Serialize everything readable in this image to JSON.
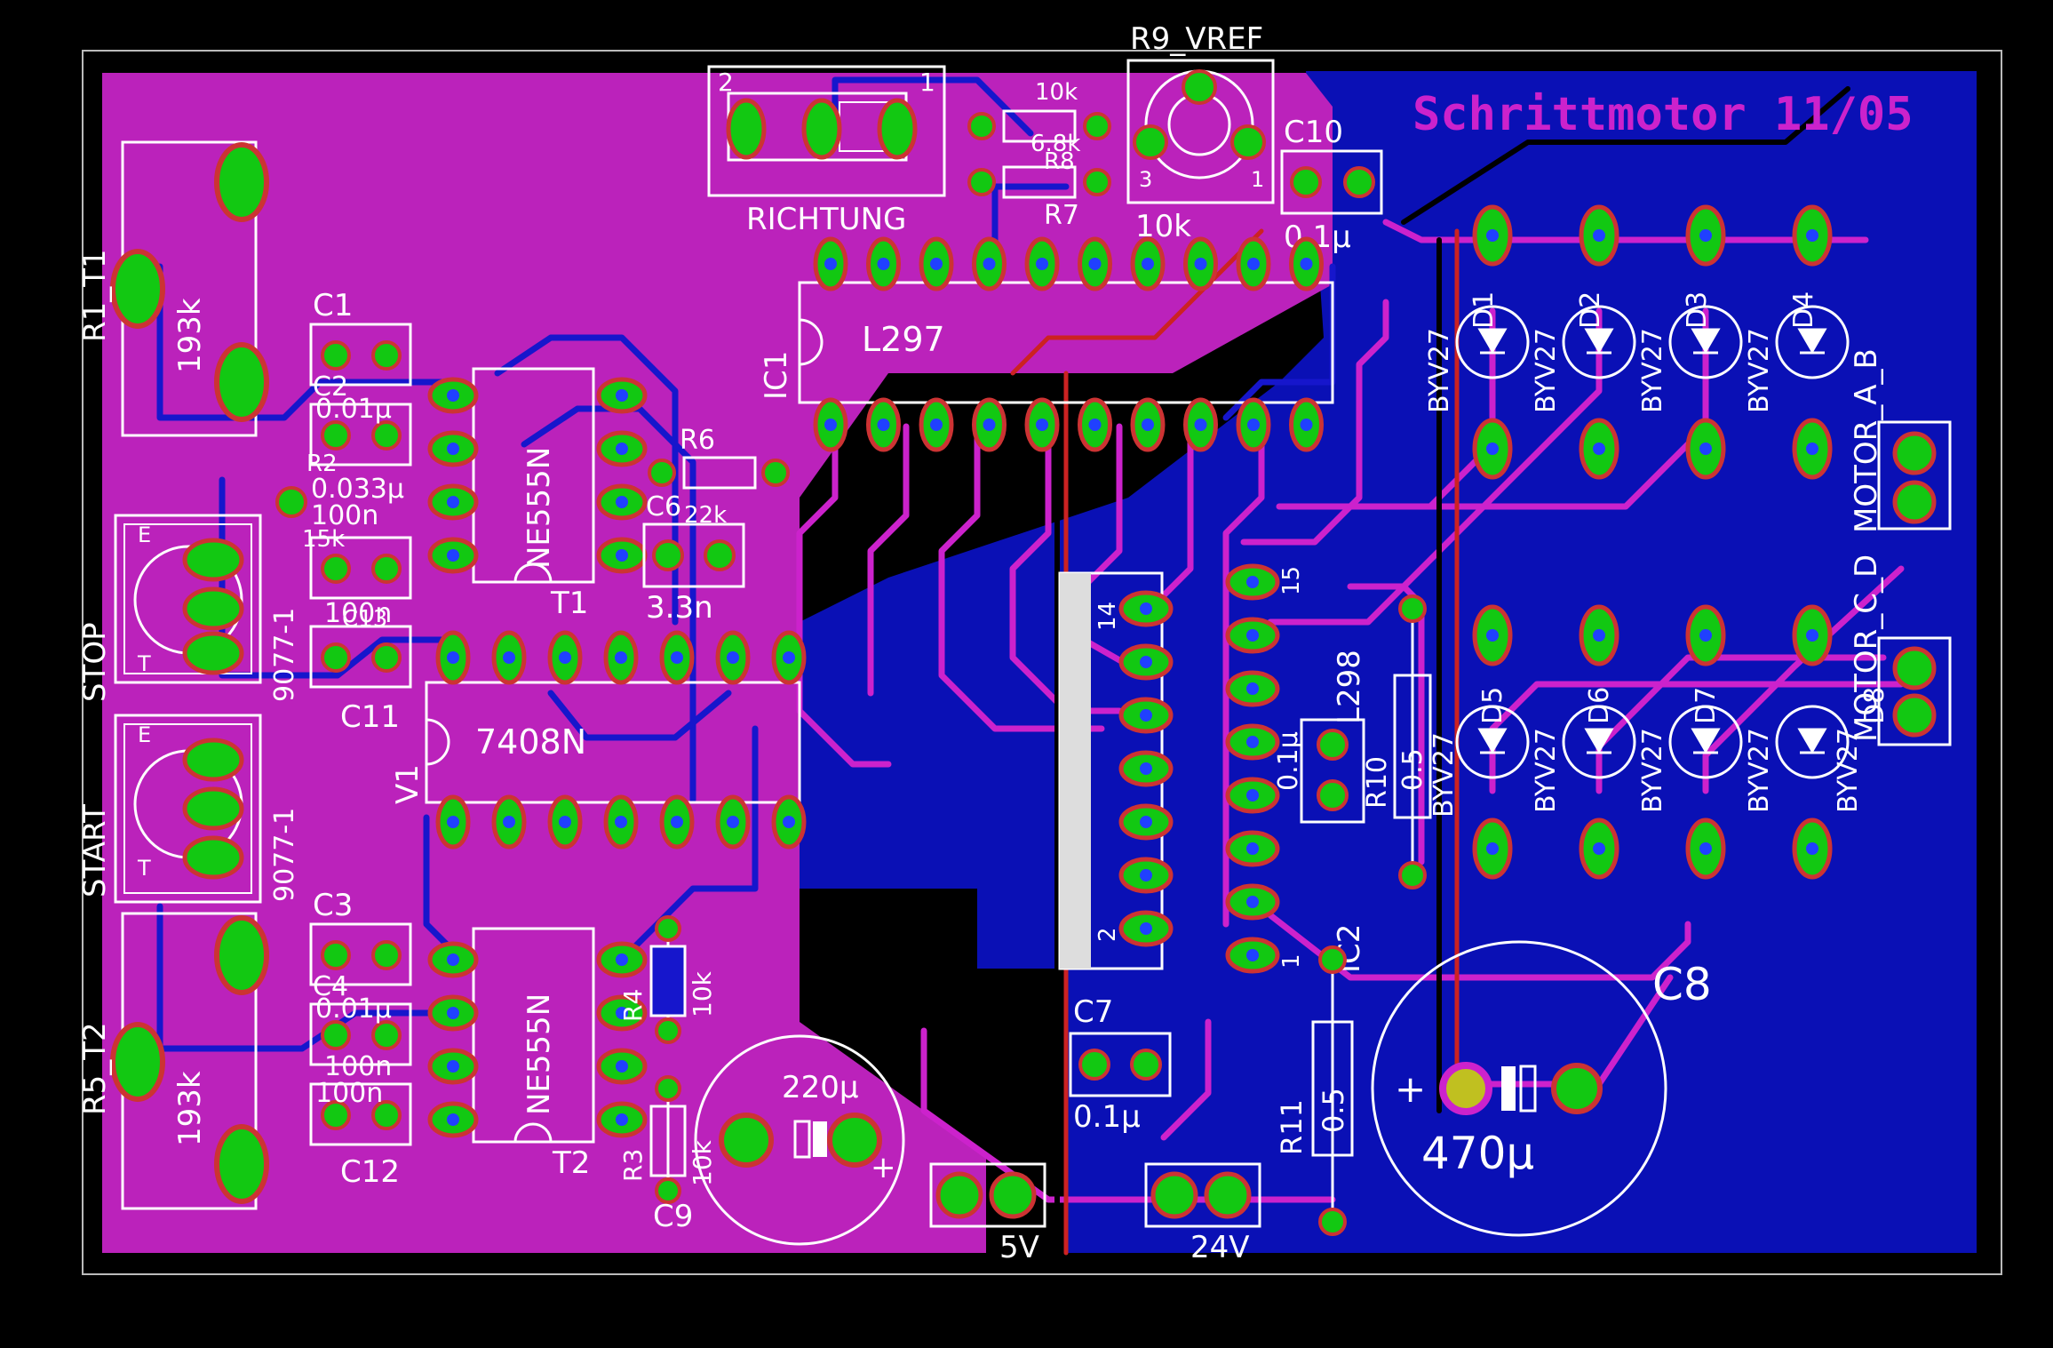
{
  "board": {
    "title": "Schrittmotor 11/05",
    "colors": {
      "background": "#000000",
      "copper_top": "#bb22bb",
      "copper_bottom": "#0a10b5",
      "pad_green": "#12c812",
      "via_ring": "#cc3333",
      "silkscreen": "#ffffff",
      "title_text": "#cc22cc"
    }
  },
  "labels": {
    "r9_vref": "R9_VREF",
    "r9_value": "10k",
    "r9_pin3": "3",
    "r9_pin1": "1",
    "switch_pin2": "2",
    "switch_pin1": "1",
    "switch_name": "RICHTUNG",
    "r8_value": "10k",
    "r8_name": "R8",
    "r7_value": "6.8k",
    "r7_name": "R7",
    "c10_name": "C10",
    "c10_value": "0.1µ",
    "ic1_chip": "L297",
    "ic1_name": "IC1",
    "r1_t1": "R1_T1",
    "r1_value": "193k",
    "c1": "C1",
    "c2": "C2",
    "c1_value": "0.01µ",
    "r2": "R2",
    "r2_value": "15k",
    "c4_value": "0.033µ",
    "c5_value": "100n",
    "c11_value": "100n",
    "c13": "C13",
    "c11": "C11",
    "ne555_t1": "NE555N",
    "t1": "T1",
    "r6": "R6",
    "r6_value": "22k",
    "c6": "C6",
    "c6_value": "3.3n",
    "stop": "STOP",
    "start": "START",
    "switch_type_1": "9077-1",
    "switch_type_2": "9077-1",
    "e1": "E",
    "t_1": "T",
    "e2": "E",
    "t_2": "T",
    "v1_chip": "7408N",
    "v1": "V1",
    "l298_pin15": "15",
    "l298_pin14": "14",
    "l298_pin2": "2",
    "l298_pin1": "1",
    "l298": "L298",
    "ic2": "IC2",
    "c_l298_value": "0.1µ",
    "r10": "R10",
    "r10_value": "0.5",
    "byv_center": "BYV27",
    "d_top": [
      "BYV27",
      "BYV27",
      "BYV27",
      "BYV27"
    ],
    "d_top_names": [
      "D1",
      "D2",
      "D3",
      "D4"
    ],
    "d_bot": [
      "BYV27",
      "BYV27",
      "BYV27",
      "BYV27"
    ],
    "d_bot_names": [
      "D5",
      "D6",
      "D7",
      "D8"
    ],
    "motor_ab": "MOTOR_A_B",
    "motor_cd": "MOTOR_C_D",
    "c3": "C3",
    "c3_value": "0.01µ",
    "c4": "C4",
    "c12_value": "100n",
    "c14_value": "100n",
    "c12": "C12",
    "r5_t2": "R5_T2",
    "r5_value": "193k",
    "ne555_t2": "NE555N",
    "t2": "T2",
    "r4": "R4",
    "r4_value": "10k",
    "r3": "R3",
    "r3_value": "10k",
    "c9": "C9",
    "c9_value": "220µ",
    "plus_c9": "+",
    "conn_5v": "5V",
    "conn_24v": "24V",
    "c7": "C7",
    "c7_value": "0.1µ",
    "r11": "R11",
    "r11_value": "0.5",
    "c8": "C8",
    "c8_value": "470µ",
    "plus_c8": "+"
  }
}
